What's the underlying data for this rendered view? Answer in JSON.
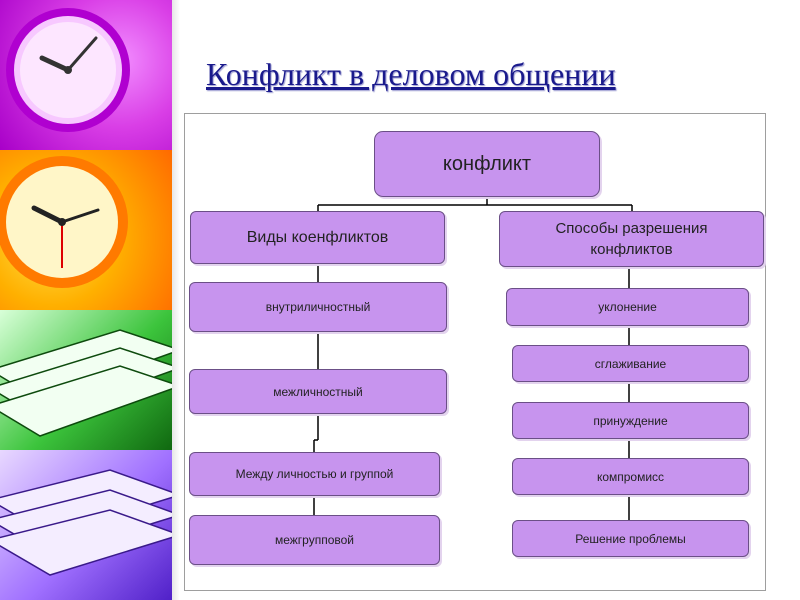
{
  "slide": {
    "title": "Конфликт в деловом общении"
  },
  "diagram": {
    "root": "конфликт",
    "types": {
      "heading": "Виды коенфликтов",
      "items": [
        "внутриличностный",
        "межличностный",
        "Между личностью и группой",
        "межгрупповой"
      ]
    },
    "resolution": {
      "heading_line1": "Способы разрешения",
      "heading_line2": "конфликтов",
      "items": [
        "уклонение",
        "сглаживание",
        "принуждение",
        "компромисс",
        "Решение проблемы"
      ]
    }
  }
}
